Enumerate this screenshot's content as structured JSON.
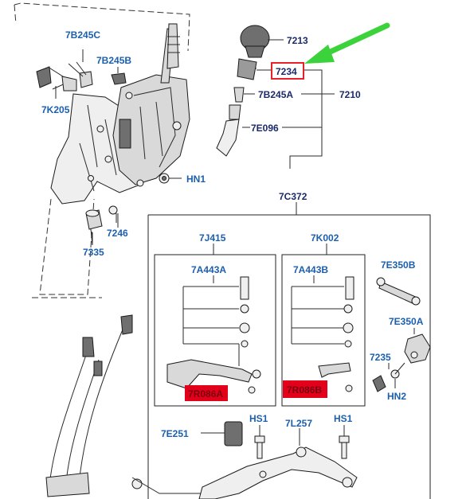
{
  "labels": {
    "7B245C": "7B245C",
    "7B245B": "7B245B",
    "7K205": "7K205",
    "7213": "7213",
    "7234": "7234",
    "7B245A": "7B245A",
    "7210": "7210",
    "7E096": "7E096",
    "HN1": "HN1",
    "7246": "7246",
    "7335": "7335",
    "7C372": "7C372",
    "7J415": "7J415",
    "7K002": "7K002",
    "7A443A": "7A443A",
    "7A443B": "7A443B",
    "7E350B": "7E350B",
    "7E350A": "7E350A",
    "7235": "7235",
    "HN2": "HN2",
    "7R086A": "7R086A",
    "7R086B": "7R086B",
    "7E251": "7E251",
    "HS1_left": "HS1",
    "HS1_right": "HS1",
    "7L257": "7L257"
  },
  "colors": {
    "label_blue": "#1b5fae",
    "highlight_red": "#e8202a",
    "arrow_green": "#3cd23c",
    "redacted_fill": "#e3001b"
  }
}
